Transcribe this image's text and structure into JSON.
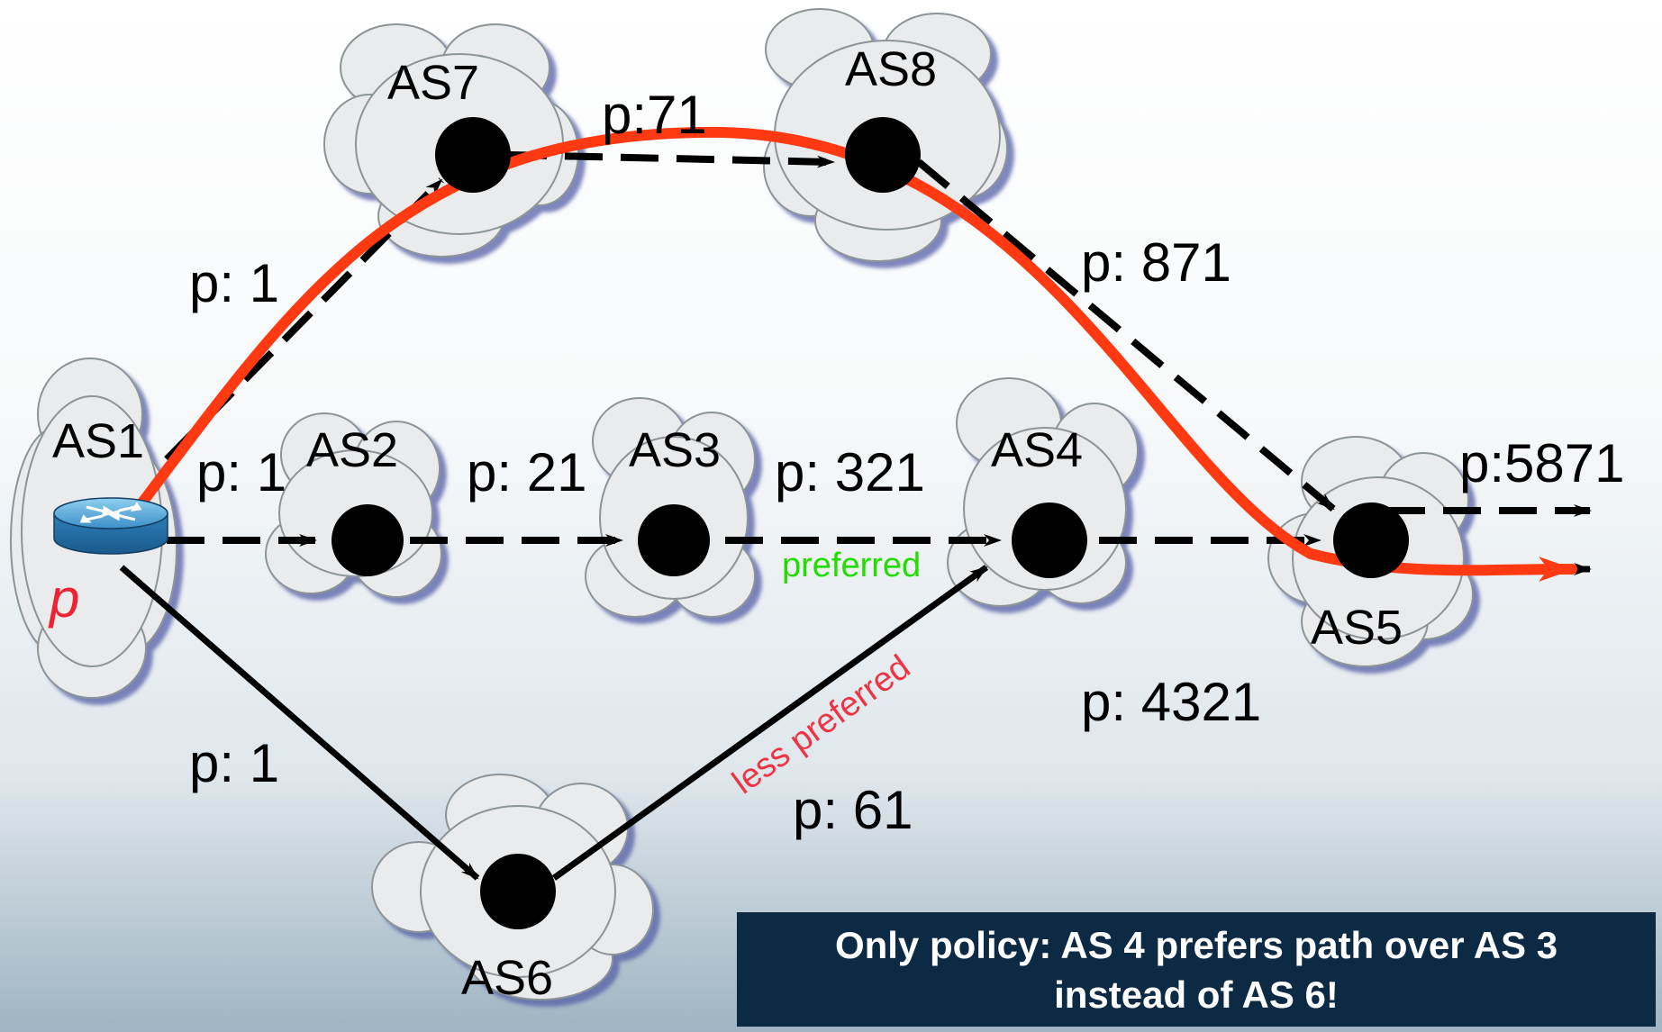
{
  "nodes": {
    "as1": "AS1",
    "as2": "AS2",
    "as3": "AS3",
    "as4": "AS4",
    "as5": "AS5",
    "as6": "AS6",
    "as7": "AS7",
    "as8": "AS8"
  },
  "prefix_label": "p",
  "paths": {
    "as1_as7": "p: 1",
    "as7_as8": "p:71",
    "as8_as5": "p: 871",
    "as1_as2": "p: 1",
    "as2_as3": "p: 21",
    "as3_as4": "p: 321",
    "as4_as5": "p: 4321",
    "as5_out": "p:5871",
    "as1_as6": "p: 1",
    "as6_as4": "p: 61"
  },
  "annotations": {
    "preferred": "preferred",
    "less_preferred": "less preferred"
  },
  "policy_note": {
    "line1": "Only policy: AS 4 prefers path over AS 3",
    "line2": "instead of AS 6!"
  },
  "colors": {
    "highlight_path": "#ff3a12",
    "preferred_text": "#22dd00",
    "less_preferred_text": "#ee3344",
    "prefix_text": "#ee2233",
    "note_background": "#0d2a45",
    "cloud_fill": "#e9ebec"
  }
}
